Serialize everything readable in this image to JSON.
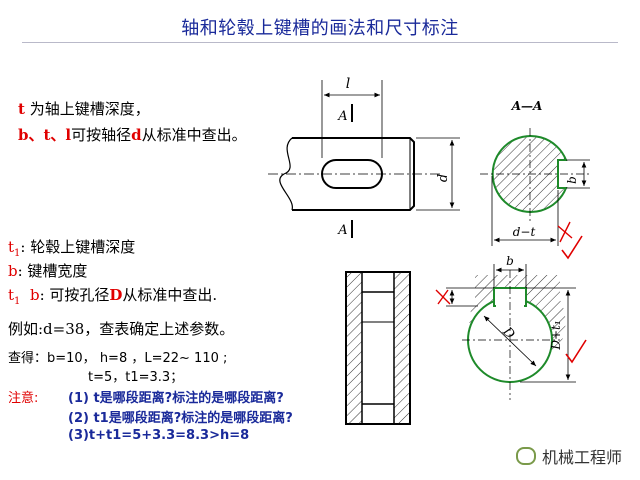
{
  "title": "轴和轮毂上键槽的画法和尺寸标注",
  "shaft_notes": {
    "line1_var": "t",
    "line1_text": " 为轴上键槽深度，",
    "line2_var": "b、t、l",
    "line2_text_a": "可按轴径",
    "line2_d": "d",
    "line2_text_b": "从标准中查出。"
  },
  "hub_notes": {
    "t1_var": "t",
    "t1_sub": "1",
    "t1_text": ": 轮毂上键槽深度",
    "b_var": "b",
    "b_text": ": 键槽宽度",
    "lookup_var1": "t",
    "lookup_sub": "1",
    "lookup_var2": "b",
    "lookup_text_a": ": 可按孔径",
    "lookup_D": "D",
    "lookup_text_b": "从标准中查出."
  },
  "example": "例如:d=38，查表确定上述参数。",
  "lookup_result_line1": "查得：b=10，  h=8 ，L=22~ 110 ;",
  "lookup_result_line2": "t=5，t1=3.3；",
  "note_label": "注意:",
  "note_1": "(1) t是哪段距离?标注的是哪段距离?",
  "note_2": "(2) t1是哪段距离?标注的是哪段距离?",
  "note_3": "(3)t+t1=5+3.3=8.3>h=8",
  "drawing_labels": {
    "l": "l",
    "A_top": "A",
    "A_bottom": "A",
    "d": "d",
    "section_title": "A—A",
    "b_shaft": "b",
    "d_minus_t": "d−t",
    "b_hub": "b",
    "D": "D",
    "D_plus_t1": "D+t₁"
  },
  "watermark": "机械工程师"
}
